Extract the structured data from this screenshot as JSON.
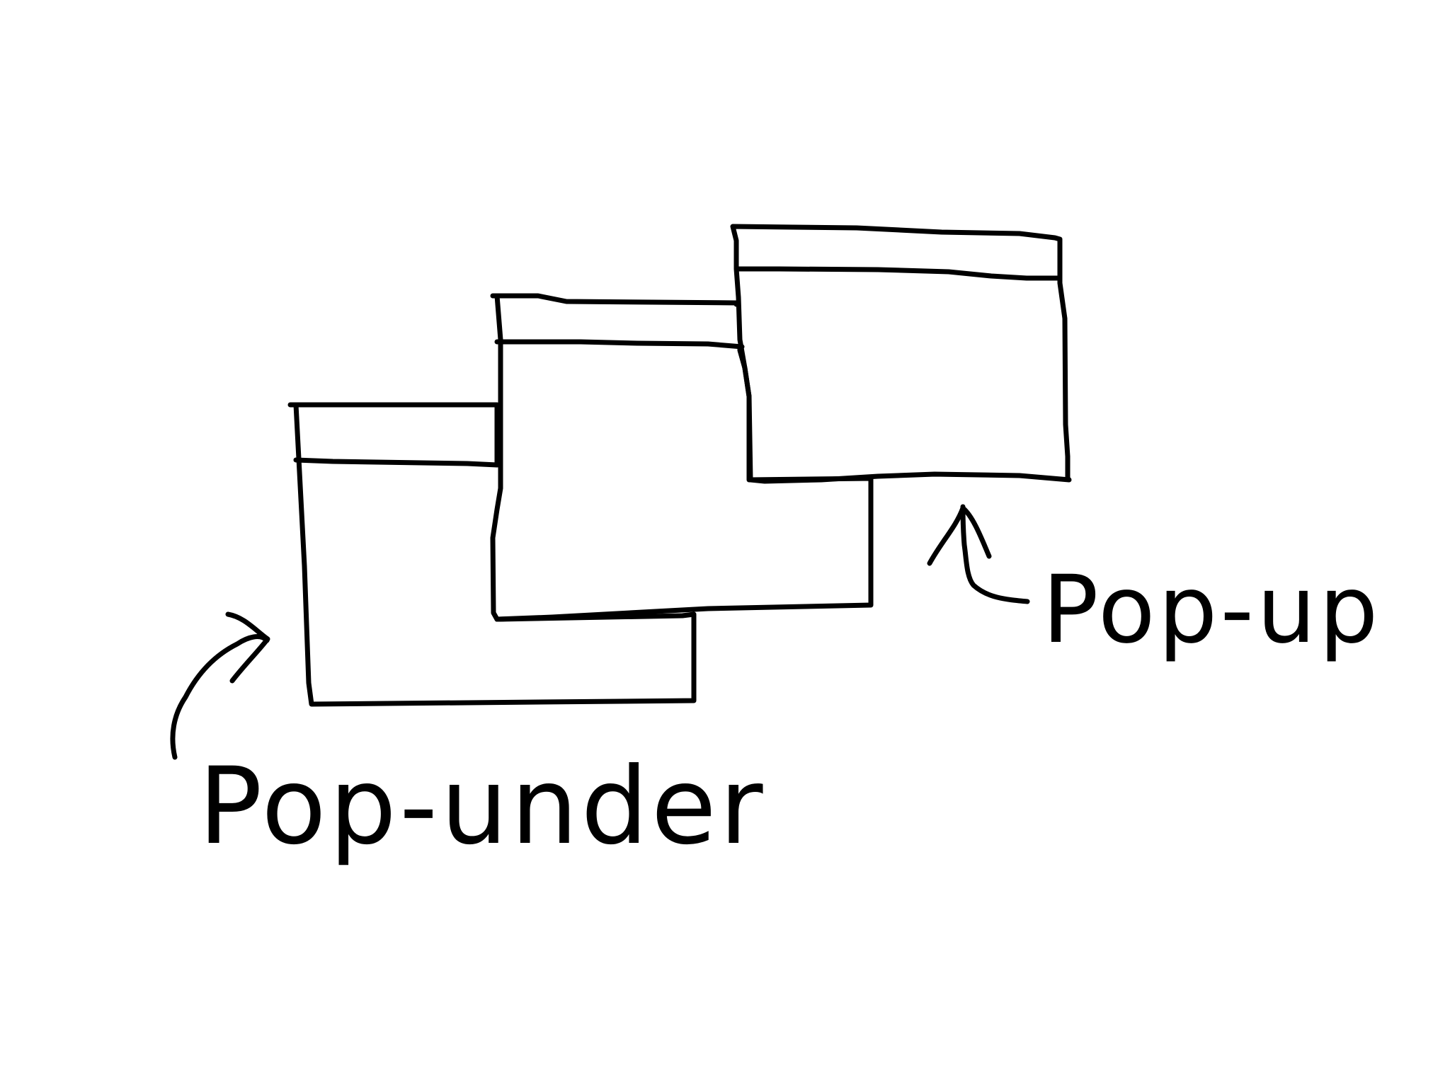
{
  "diagram": {
    "labels": {
      "pop_under": "Pop-under",
      "pop_up": "Pop-up"
    },
    "windows": [
      {
        "id": "back-window",
        "role": "pop-under"
      },
      {
        "id": "middle-window",
        "role": "browser"
      },
      {
        "id": "front-window",
        "role": "pop-up"
      }
    ],
    "arrows": [
      {
        "id": "pop-under-arrow",
        "points_to": "back-window"
      },
      {
        "id": "pop-up-arrow",
        "points_to": "front-window"
      }
    ],
    "stroke_color": "#000000",
    "background_color": "#ffffff"
  }
}
